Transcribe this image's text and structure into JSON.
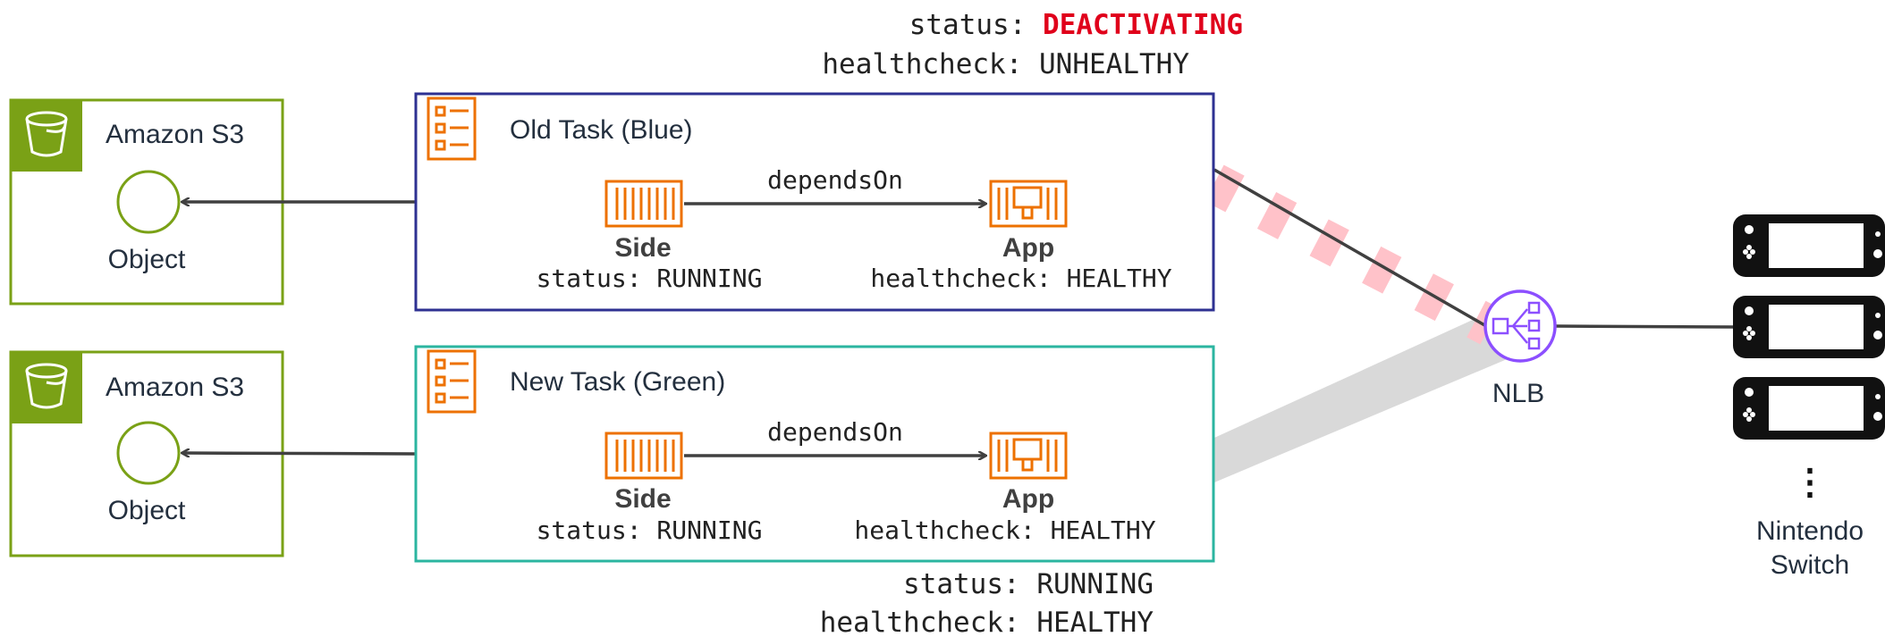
{
  "old_task": {
    "title": "Old Task (Blue)",
    "status_label": "status: ",
    "status_value": "DEACTIVATING",
    "healthcheck": "healthcheck: UNHEALTHY",
    "side_label": "Side",
    "side_status": "status: RUNNING",
    "app_label": "App",
    "app_health": "healthcheck: HEALTHY",
    "depends_label": "dependsOn"
  },
  "new_task": {
    "title": "New Task (Green)",
    "status": "status: RUNNING",
    "healthcheck": "healthcheck: HEALTHY",
    "side_label": "Side",
    "side_status": "status: RUNNING",
    "app_label": "App",
    "app_health": "healthcheck: HEALTHY",
    "depends_label": "dependsOn"
  },
  "s3_top": {
    "title": "Amazon S3",
    "object_label": "Object"
  },
  "s3_bottom": {
    "title": "Amazon S3",
    "object_label": "Object"
  },
  "nlb": {
    "label": "NLB"
  },
  "clients": {
    "line1": "Nintendo",
    "line2": "Switch",
    "ellipsis": "⋮"
  },
  "icons": {
    "s3": "bucket-icon",
    "task": "task-definition-icon",
    "container": "container-icon",
    "app": "app-container-icon",
    "nlb": "load-balancer-icon",
    "client": "nintendo-switch-icon"
  },
  "colors": {
    "s3_green": "#7aa116",
    "blue_task": "#2e3192",
    "green_task": "#2bb5a0",
    "orange": "#ed7100",
    "purple": "#8c4fff",
    "deactivating_red": "#e0001b",
    "arrow": "#404040",
    "pink_stripe": "#ffc2c9",
    "gray_band": "#d9d9d9"
  }
}
